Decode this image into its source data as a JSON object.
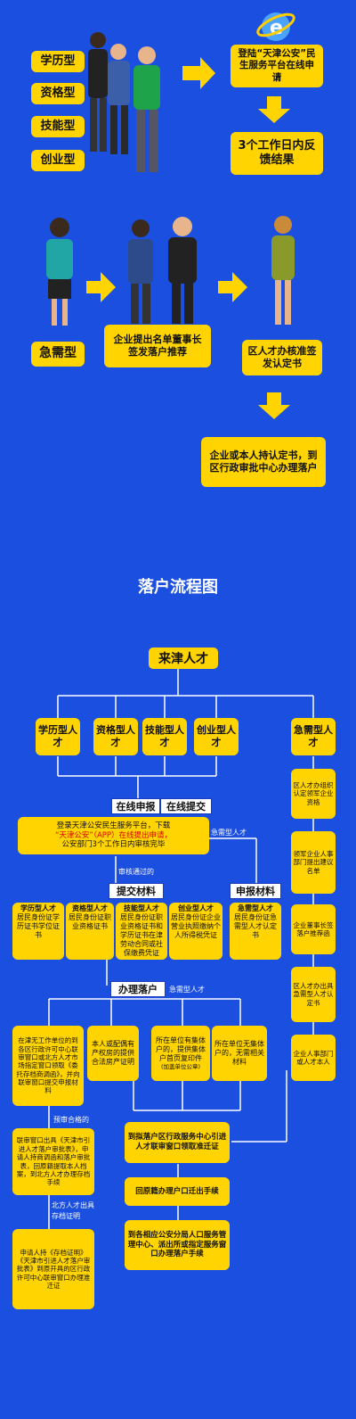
{
  "top": {
    "categories": [
      "学历型",
      "资格型",
      "技能型",
      "创业型"
    ],
    "step1": "登陆“天津公安”民生服务平台在线申请",
    "step2": "3个工作日内反馈结果"
  },
  "urgent": {
    "label": "急需型",
    "step1": "企业提出名单董事长签发落户推荐",
    "step2": "区人才办核准签发认定书",
    "step3": "企业或本人持认定书，到区行政审批中心办理落户"
  },
  "flow": {
    "title": "落户流程图",
    "root": "来津人才",
    "types": [
      "学历型人才",
      "资格型人才",
      "技能型人才",
      "创业型人才"
    ],
    "urgent_type": "急需型人才",
    "online_apply": "在线申报",
    "online_submit": "在线提交",
    "online_desc_1": "登录天津公安民生服务平台，下载",
    "online_desc_2": "“天津公安”（APP）在线提出申请，",
    "online_desc_3": "公安部门3个工作日内审核完毕",
    "urgent_small_1": "急需型人才",
    "passed": "审核通过的",
    "submit_materials": "提交材料",
    "declare_materials": "申报材料",
    "materials_heads": [
      "学历型人才",
      "资格型人才",
      "技能型人才",
      "创业型人才",
      "急需型人才"
    ],
    "materials": [
      "居民身份证学历证书学位证书",
      "居民身份证职业资格证书",
      "居民身份证职业资格证书和学历证书在津劳动合同或社保缴费凭证",
      "居民身份证企业营业执照缴纳个人所得税凭证",
      "居民身份证急需型人才认定书"
    ],
    "handle": "办理落户",
    "urgent_small_2": "急需型人才",
    "left_desc": "在津无工作单位的到各区行政许可中心联审窗口或北方人才市场指定窗口领取《委托存档商调函》，并向联审窗口提交申报材料",
    "left_desc_red": "委托存档商调函",
    "mid1": "本人或配偶有产权房的提供合法房产证明",
    "mid2": "所在单位有集体户的，提供集体户首页复印件",
    "mid2_note": "(加盖单位公章)",
    "mid3": "所在单位无集体户的，无需相关材料",
    "pre_pass": "预审合格的",
    "left2": "联审窗口出具《天津市引进人才落户审批表》，申请人持商调函和落户审批表，回原籍提取本人档案，到北方人才办理存档手续",
    "left2_red": "天津市引进人才落户审批表",
    "north_label": "北方人才出具",
    "north_label2": "存档证明",
    "left3": "申请人持《存档证明》《天津市引进人才落户审批表》到原开具的区行政许可中心联审窗口办理准迁证",
    "center1": "到拟落户区行政服务中心引进人才联审窗口领取准迁证",
    "center1_red": "准迁证",
    "center2": "回原籍办理户口迁出手续",
    "center2_red": "迁出手续",
    "center3": "到各相应公安分局人口服务管理中心、派出所或指定服务窗口办理落户手续",
    "center3_red": "落户手续",
    "right_steps": [
      "区人才办组织认定领军企业资格",
      "领军企业人事部门提出建议名单",
      "企业董事长签落户推荐函",
      "区人才办出具急需型人才认定书",
      "企业人事部门或人才本人"
    ]
  },
  "colors": {
    "background": "#1a4fe0",
    "box": "#ffd400",
    "accent_red": "#d00000"
  }
}
